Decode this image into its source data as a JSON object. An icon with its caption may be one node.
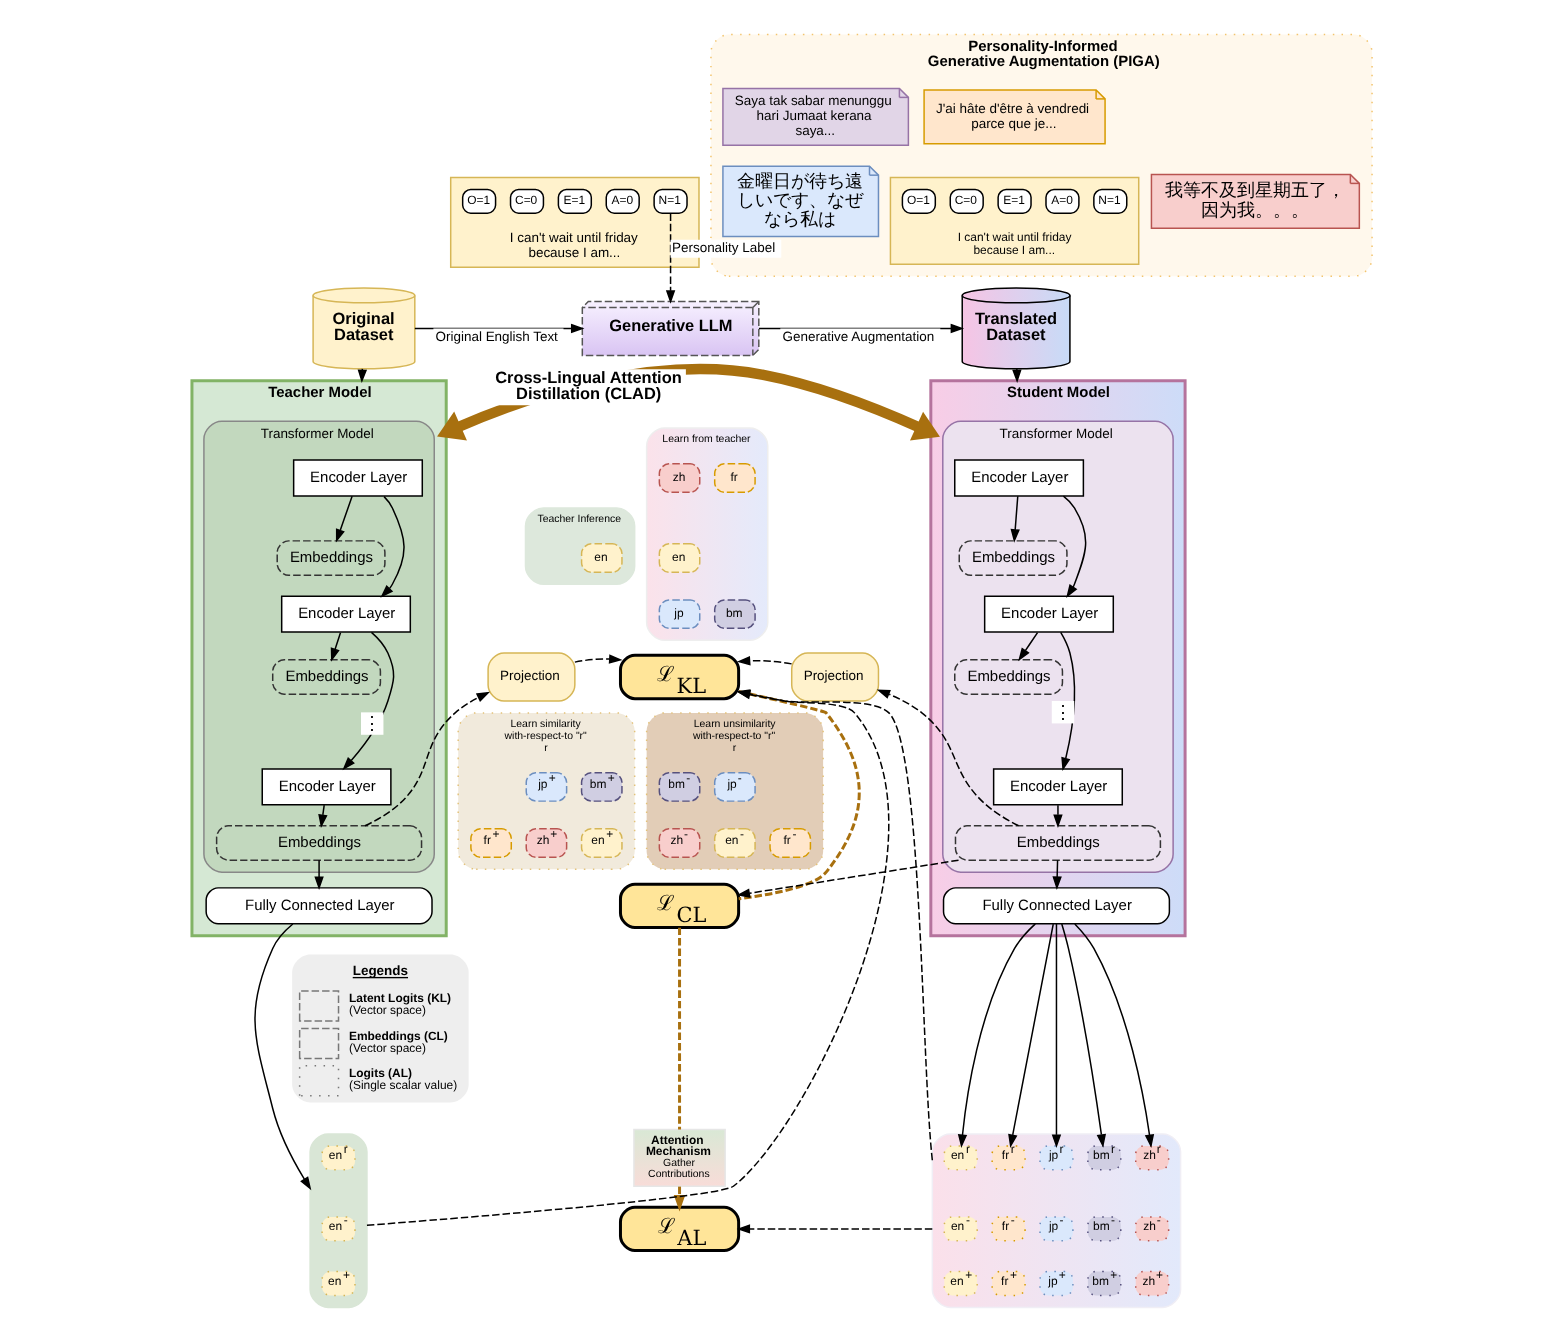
{
  "diagram": {
    "nodes": [
      {
        "text": [
          "I can't wait until friday because I am..."
        ]
      },
      {
        "text": [
          "O=1"
        ],
        "in": 0
      },
      {
        "text": [
          "C=0"
        ],
        "in": 0
      },
      {
        "text": [
          "E=1"
        ],
        "in": 0
      },
      {
        "text": [
          "A=0"
        ],
        "in": 0
      },
      {
        "text": [
          "N=1"
        ],
        "in": 0
      },
      {
        "text": [
          "Personality-Informed Generative Augmentation (PIGA)"
        ]
      },
      {
        "text": [
          "Saya tak sabar menunggu hari Jumaat kerana saya..."
        ],
        "in": 6
      },
      {
        "text": [
          "J'ai hâte d'être à vendredi parce que je..."
        ],
        "in": 6
      },
      {
        "text": [
          "金曜日が待ち遠しいです、なぜなら私は"
        ],
        "in": 6
      },
      {
        "text": [
          "I can't wait until friday because I am..."
        ],
        "in": 6
      },
      {
        "text": [
          "O=1"
        ],
        "in": 10
      },
      {
        "text": [
          "C=0"
        ],
        "in": 10
      },
      {
        "text": [
          "E=1"
        ],
        "in": 10
      },
      {
        "text": [
          "A=0"
        ],
        "in": 10
      },
      {
        "text": [
          "N=1"
        ],
        "in": 10
      },
      {
        "text": [
          "我等不及到星期五了，因为我。。。"
        ],
        "in": 6
      },
      {
        "text": [
          "Original Dataset"
        ]
      },
      {
        "text": [
          "Generative LLM"
        ]
      },
      {
        "text": [
          "Translated Dataset"
        ]
      },
      {
        "text": [
          "Teacher Model"
        ]
      },
      {
        "text": [
          "Student Model"
        ]
      },
      {
        "text": [
          "Transformer Model"
        ],
        "in": 20
      },
      {
        "text": [
          "Transformer Model"
        ],
        "in": 21
      },
      {
        "text": [
          "Encoder Layer"
        ],
        "in": 22
      },
      {
        "text": [
          "Encoder Layer"
        ],
        "in": 23
      },
      {
        "text": [
          "Teacher Inference"
        ]
      },
      {
        "text": [
          "Learn from teacher"
        ]
      },
      {
        "text": [
          "zh"
        ],
        "in": 27
      },
      {
        "text": [
          "fr"
        ],
        "in": 27
      },
      {
        "text": [
          "Embeddings"
        ],
        "in": 22
      },
      {
        "text": [
          "Embeddings"
        ],
        "in": 23
      },
      {
        "text": [
          "en"
        ],
        "in": 26
      },
      {
        "text": [
          "en"
        ],
        "in": 27
      },
      {
        "text": [
          "jp"
        ],
        "in": 27
      },
      {
        "text": [
          "bm"
        ],
        "in": 27
      },
      {
        "text": [
          "Encoder Layer"
        ],
        "in": 22
      },
      {
        "text": [
          "Encoder Layer"
        ],
        "in": 23
      },
      {
        "text": [
          "Embeddings"
        ],
        "in": 22
      },
      {
        "text": [
          "Projection"
        ]
      },
      {
        "text": [
          "ℒ$_{KL}$"
        ]
      },
      {
        "text": [
          "Projection"
        ]
      },
      {
        "text": [
          "Embeddings"
        ],
        "in": 23
      },
      {
        "text": [
          "Encoder Layer"
        ],
        "in": 22
      },
      {
        "text": [
          "Encoder Layer"
        ],
        "in": 23
      },
      {
        "text": [
          "Learn similarity with-respect-to \"r\"",
          "r"
        ]
      },
      {
        "text": [
          "Learn unsimilarity with-respect-to \"r\"",
          "r"
        ]
      },
      {
        "text": [
          "jp$^{+}$"
        ],
        "in": 45
      },
      {
        "text": [
          "bm$^{+}$"
        ],
        "in": 45
      },
      {
        "text": [
          "fr$^{+}$"
        ],
        "in": 45
      },
      {
        "text": [
          "zh$^{+}$"
        ],
        "in": 45
      },
      {
        "text": [
          "en$^{+}$"
        ],
        "in": 45
      },
      {
        "text": [
          "bm$^{-}$"
        ],
        "in": 46
      },
      {
        "text": [
          "jp$^{-}$"
        ],
        "in": 46
      },
      {
        "text": [
          "zh$^{-}$"
        ],
        "in": 46
      },
      {
        "text": [
          "en$^{-}$"
        ],
        "in": 46
      },
      {
        "text": [
          "fr$^{-}$"
        ],
        "in": 46
      },
      {
        "text": [
          "Embeddings"
        ],
        "in": 22
      },
      {
        "text": [
          "Embeddings"
        ],
        "in": 23
      },
      {
        "text": [
          "ℒ$_{CL}$"
        ]
      },
      {
        "text": [
          "Fully Connected Layer"
        ],
        "in": 20
      },
      {
        "text": [
          "Fully Connected Layer"
        ],
        "in": 21
      },
      {
        "text": [
          "Attention Mechanism",
          "Gather Contributions"
        ]
      },
      {
        "text": [],
        "shape": "box"
      },
      {
        "text": [],
        "shape": "box"
      },
      {
        "text": [
          "en$^{r}$"
        ],
        "in": 63
      },
      {
        "text": [
          "en$^{r}$"
        ],
        "in": 64
      },
      {
        "text": [
          "fr$^{r}$"
        ],
        "in": 64
      },
      {
        "text": [
          "jp$^{r}$"
        ],
        "in": 64
      },
      {
        "text": [
          "bm$^{r}$"
        ],
        "in": 64
      },
      {
        "text": [
          "zh$^{r}$"
        ],
        "in": 64
      },
      {
        "text": [
          "en$^{-}$"
        ],
        "in": 63
      },
      {
        "text": [
          "ℒ$_{AL}$"
        ]
      },
      {
        "text": [
          "en$^{-}$"
        ],
        "in": 64
      },
      {
        "text": [
          "fr$^{-}$"
        ],
        "in": 64
      },
      {
        "text": [
          "jp$^{-}$"
        ],
        "in": 64
      },
      {
        "text": [
          "bm$^{-}$"
        ],
        "in": 64
      },
      {
        "text": [
          "zh$^{-}$"
        ],
        "in": 64
      },
      {
        "text": [
          "en$^{+}$"
        ],
        "in": 63
      },
      {
        "text": [
          "en$^{+}$"
        ],
        "in": 64
      },
      {
        "text": [
          "fr$^{+}$"
        ],
        "in": 64
      },
      {
        "text": [
          "jp$^{+}$"
        ],
        "in": 64
      },
      {
        "text": [
          "bm$^{+}$"
        ],
        "in": 64
      },
      {
        "text": [
          "zh$^{+}$"
        ],
        "in": 64
      }
    ],
    "edges": [
      {
        "from": 17,
        "to": 18,
        "arrow": "to",
        "label": "Original English Text"
      },
      {
        "from": 5,
        "to": 18,
        "arrow": "to",
        "label": "Personality Label",
        "style": "dashed"
      },
      {
        "from": 18,
        "to": 19,
        "arrow": "to",
        "label": "Generative Augmentation"
      },
      {
        "from": 17,
        "to": 20,
        "arrow": "to"
      },
      {
        "from": 19,
        "to": 21,
        "arrow": "to"
      },
      {
        "from": 20,
        "to": 21,
        "arrow": "both",
        "label": "Cross-Lingual Attention Distillation (CLAD)",
        "style": "thick",
        "color": "#a8700f"
      },
      {
        "from": 24,
        "to": 36,
        "arrow": "to"
      },
      {
        "from": 24,
        "to": 30,
        "arrow": "to"
      },
      {
        "from": 36,
        "to": 38,
        "arrow": "to"
      },
      {
        "from": 36,
        "to": 43,
        "arrow": "to",
        "label": "⋮"
      },
      {
        "from": 43,
        "to": 57,
        "arrow": "to"
      },
      {
        "from": 57,
        "to": 60,
        "arrow": "to"
      },
      {
        "from": 60,
        "to": 63,
        "arrow": "to"
      },
      {
        "from": 57,
        "to": 39,
        "arrow": "to",
        "style": "dashed"
      },
      {
        "from": 39,
        "to": 40,
        "arrow": "to",
        "style": "dashed"
      },
      {
        "from": 63,
        "to": 40,
        "arrow": "to",
        "style": "dashed"
      },
      {
        "from": 25,
        "to": 37,
        "arrow": "to"
      },
      {
        "from": 25,
        "to": 31,
        "arrow": "to"
      },
      {
        "from": 37,
        "to": 42,
        "arrow": "to"
      },
      {
        "from": 37,
        "to": 44,
        "arrow": "to",
        "label": "⋮"
      },
      {
        "from": 44,
        "to": 58,
        "arrow": "to"
      },
      {
        "from": 58,
        "to": 61,
        "arrow": "to"
      },
      {
        "from": 61,
        "to": 66,
        "arrow": "to"
      },
      {
        "from": 61,
        "to": 67,
        "arrow": "to"
      },
      {
        "from": 61,
        "to": 68,
        "arrow": "to"
      },
      {
        "from": 61,
        "to": 69,
        "arrow": "to"
      },
      {
        "from": 61,
        "to": 70,
        "arrow": "to"
      },
      {
        "from": 58,
        "to": 41,
        "arrow": "to",
        "style": "dashed"
      },
      {
        "from": 41,
        "to": 40,
        "arrow": "to",
        "style": "dashed"
      },
      {
        "from": 58,
        "to": 59,
        "arrow": "to",
        "style": "dashed"
      },
      {
        "from": 64,
        "to": 72,
        "arrow": "to",
        "style": "dashed"
      },
      {
        "from": 64,
        "to": 40,
        "arrow": "to",
        "style": "dashed"
      },
      {
        "from": 40,
        "to": 59,
        "arrow": "none",
        "style": "dashed",
        "color": "#a8700f"
      },
      {
        "from": 59,
        "to": 62,
        "arrow": "none",
        "style": "dashed",
        "color": "#a8700f"
      },
      {
        "from": 62,
        "to": 72,
        "arrow": "to",
        "style": "dashed",
        "color": "#a8700f"
      }
    ],
    "labels": [
      "Legends"
    ],
    "legend": [
      {
        "text": "**Latent Logits (KL)** (Vector space)"
      },
      {
        "text": "**Embeddings (CL)** (Vector space)"
      },
      {
        "text": "**Logits (AL)** (Single scalar value)"
      }
    ]
  }
}
